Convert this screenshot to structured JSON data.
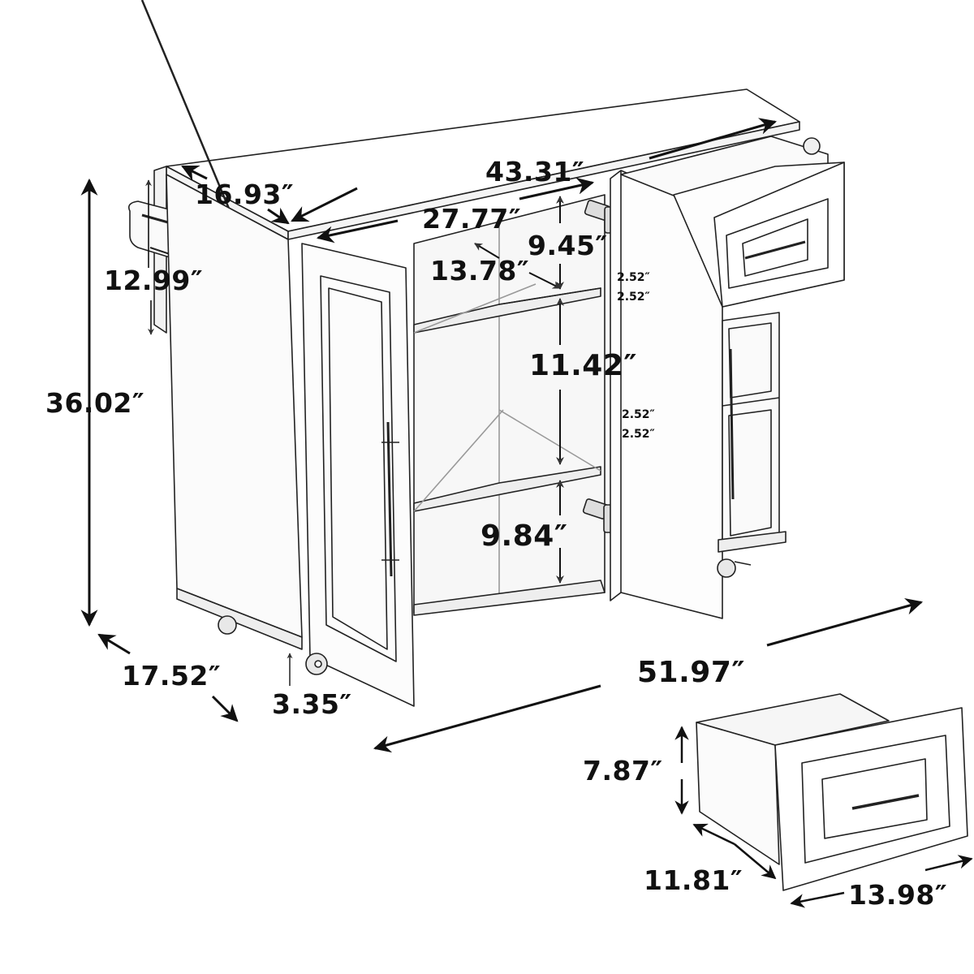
{
  "diagram": {
    "subject": "Kitchen island cart with drop-leaf, towel bar, double-door cabinet, drawers and casters",
    "colors": {
      "line": "#1a1a1a",
      "fill": "#ffffff",
      "shade": "#eeeeee",
      "text": "#111111"
    },
    "dimensions": {
      "top_depth": "16.93″",
      "top_width": "43.31″",
      "cabinet_interior_width": "27.77″",
      "top_shelf_gap": "9.45″",
      "shelf_depth": "13.78″",
      "drop_leaf_height": "12.99″",
      "overall_height": "36.02″",
      "middle_shelf_gap": "11.42″",
      "bottom_shelf_gap": "9.84″",
      "shelf_adjust_upper_1": "2.52″",
      "shelf_adjust_upper_2": "2.52″",
      "shelf_adjust_lower_1": "2.52″",
      "shelf_adjust_lower_2": "2.52″",
      "overall_depth": "17.52″",
      "caster_height": "3.35″",
      "overall_width": "51.97″",
      "drawer_height": "7.87″",
      "drawer_depth": "11.81″",
      "drawer_width": "13.98″"
    },
    "parts": [
      "countertop",
      "drop-leaf",
      "towel-bar",
      "left-side-panel",
      "left-door",
      "right-door",
      "interior-shelves",
      "hinges",
      "top-drawer",
      "side-drawers",
      "spice-rack-handle",
      "casters",
      "detached-drawer"
    ]
  }
}
